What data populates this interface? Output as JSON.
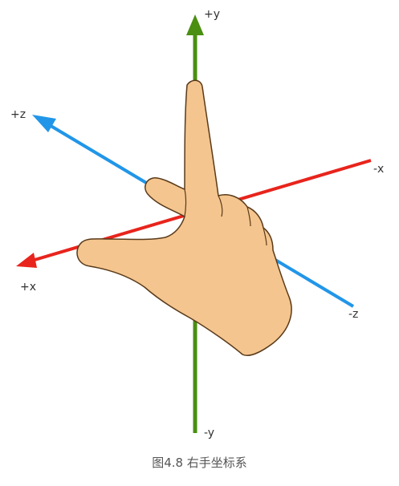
{
  "axes": {
    "y_pos": "+y",
    "y_neg": "-y",
    "x_pos": "+x",
    "x_neg": "-x",
    "z_pos": "+z",
    "z_neg": "-z"
  },
  "caption": "图4.8 右手坐标系",
  "colors": {
    "x_axis": "#e8241c",
    "y_axis": "#4a8f12",
    "z_axis": "#2196e8",
    "hand_fill": "#f4c58e",
    "hand_stroke": "#5a3a1a"
  },
  "icons": {
    "hand": "right-hand-icon"
  }
}
